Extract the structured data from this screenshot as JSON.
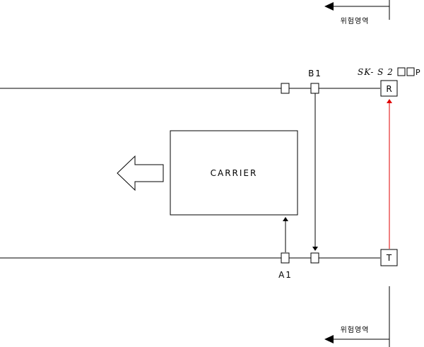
{
  "sensors": {
    "r_label": "R",
    "t_label": "T",
    "sensor_tag": "SK- S 2",
    "sensor_tag_suffix": "P"
  },
  "nodes": {
    "b1_label": "B1",
    "a1_label": "A1"
  },
  "carrier": {
    "label": "CARRIER"
  },
  "danger_zone": {
    "top_label": "위험영역",
    "bottom_label": "위험영역"
  },
  "colors": {
    "line": "#000000",
    "beam": "#e00000",
    "background": "#ffffff"
  }
}
